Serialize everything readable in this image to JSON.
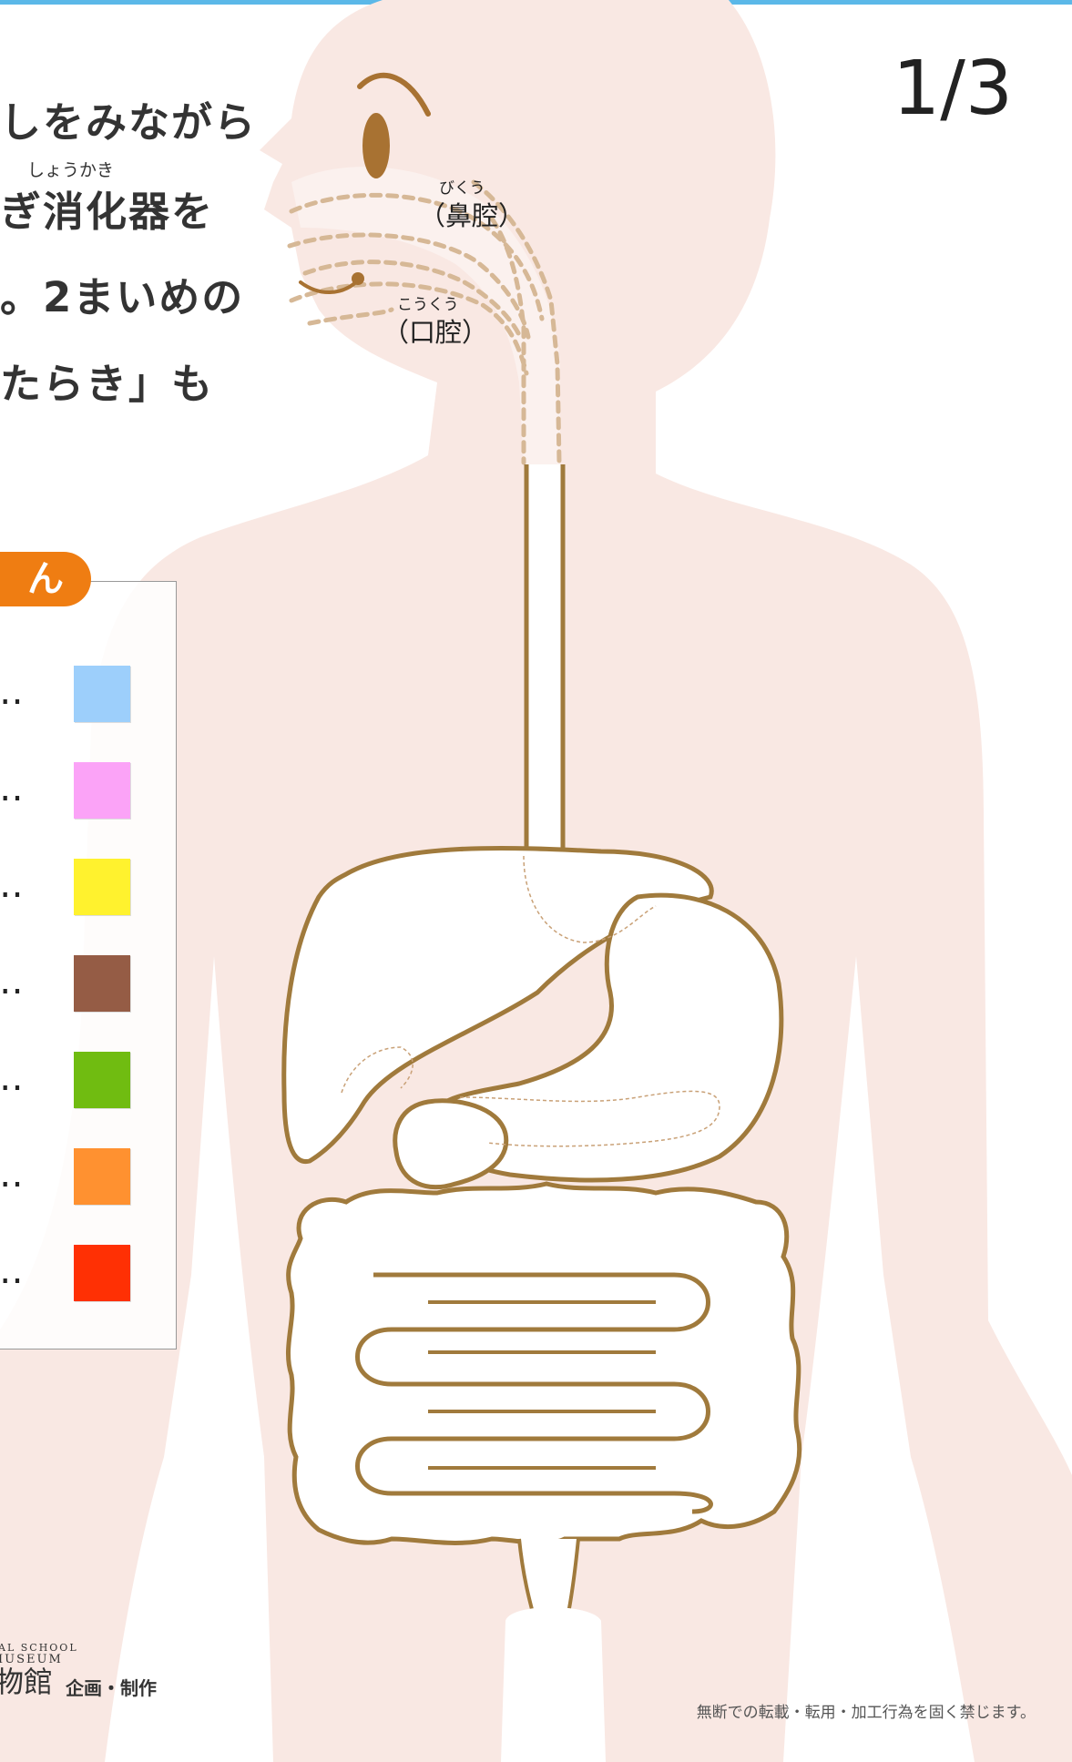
{
  "page_number": "1/3",
  "instructions": {
    "line1": "しをみながら",
    "ruby": "しょうかき",
    "line2": "ぎ消化器を",
    "line3": "。2まいめの",
    "line4": "たらき」も"
  },
  "organ_labels": {
    "nasal": {
      "ruby": "びくう",
      "label": "（鼻腔）"
    },
    "oral": {
      "ruby": "こうくう",
      "label": "（口腔）"
    }
  },
  "legend": {
    "tab": "ん",
    "items": [
      {
        "dots": "‥",
        "color": "#9dcffb"
      },
      {
        "dots": "‥",
        "color": "#fba3f7"
      },
      {
        "dots": "‥",
        "color": "#fff22e"
      },
      {
        "dots": "‥",
        "color": "#955c45"
      },
      {
        "dots": "‥",
        "color": "#70bc11"
      },
      {
        "dots": "‥",
        "color": "#ff9130"
      },
      {
        "dots": "‥",
        "color": "#ff3004"
      }
    ]
  },
  "museum": {
    "line1": "AL SCHOOL",
    "line2": "IUSEUM",
    "name": "物館",
    "credit": "企画・制作"
  },
  "copyright": "無断での転載・転用・加工行為を固く禁じます。",
  "colors": {
    "body": "#f9e8e3",
    "outline": "#a07a3c",
    "accent": "#ef7d12",
    "topline": "#5bb8e8"
  }
}
